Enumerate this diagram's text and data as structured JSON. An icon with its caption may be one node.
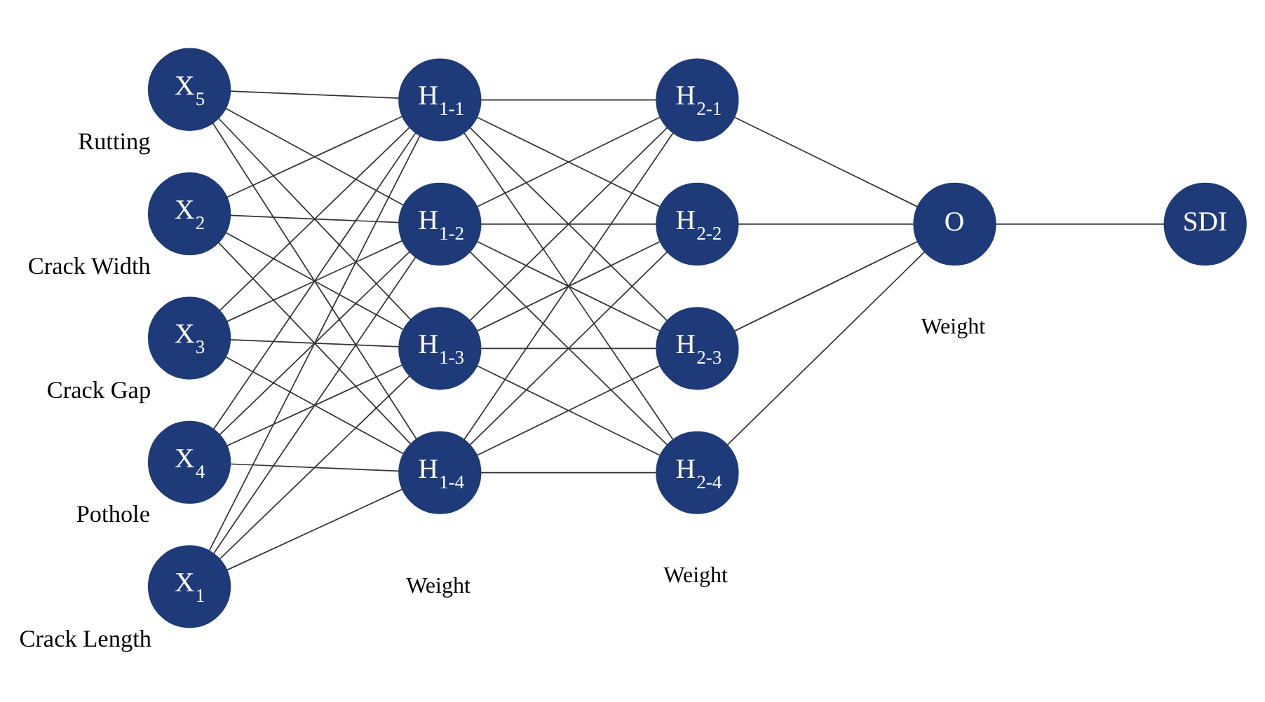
{
  "diagram": {
    "nodes": [
      {
        "text": [
          "X$_{1}$"
        ],
        "beside": [
          "Crack Length"
        ]
      },
      {
        "text": [
          "X$_{2}$"
        ],
        "beside": [
          "Crack Width"
        ]
      },
      {
        "text": [
          "X$_{3}$"
        ],
        "beside": [
          "Crack Gap"
        ]
      },
      {
        "text": [
          "X$_{4}$"
        ],
        "beside": [
          "Pothole"
        ]
      },
      {
        "text": [
          "X$_{5}$"
        ],
        "beside": [
          "Rutting"
        ]
      },
      {
        "text": [
          "H$_{1-1}$"
        ]
      },
      {
        "text": [
          "H$_{1-2}$"
        ]
      },
      {
        "text": [
          "H$_{1-3}$"
        ]
      },
      {
        "text": [
          "H$_{1-4}$"
        ]
      },
      {
        "text": [
          "H$_{2-1}$"
        ]
      },
      {
        "text": [
          "H$_{2-2}$"
        ]
      },
      {
        "text": [
          "H$_{2-3}$"
        ]
      },
      {
        "text": [
          "H$_{2-4}$"
        ]
      },
      {
        "text": [
          "O"
        ]
      },
      {
        "text": [
          "SDI"
        ]
      }
    ],
    "edges": [
      {
        "from": 0,
        "to": 5,
        "arrow": "none"
      },
      {
        "from": 0,
        "to": 6,
        "arrow": "none"
      },
      {
        "from": 0,
        "to": 7,
        "arrow": "none"
      },
      {
        "from": 0,
        "to": 8,
        "arrow": "none"
      },
      {
        "from": 1,
        "to": 5,
        "arrow": "none"
      },
      {
        "from": 1,
        "to": 6,
        "arrow": "none"
      },
      {
        "from": 1,
        "to": 7,
        "arrow": "none"
      },
      {
        "from": 1,
        "to": 8,
        "arrow": "none"
      },
      {
        "from": 2,
        "to": 5,
        "arrow": "none"
      },
      {
        "from": 2,
        "to": 6,
        "arrow": "none"
      },
      {
        "from": 2,
        "to": 7,
        "arrow": "none"
      },
      {
        "from": 2,
        "to": 8,
        "arrow": "none"
      },
      {
        "from": 3,
        "to": 5,
        "arrow": "none"
      },
      {
        "from": 3,
        "to": 6,
        "arrow": "none"
      },
      {
        "from": 3,
        "to": 7,
        "arrow": "none"
      },
      {
        "from": 3,
        "to": 8,
        "arrow": "none"
      },
      {
        "from": 4,
        "to": 5,
        "arrow": "none"
      },
      {
        "from": 4,
        "to": 6,
        "arrow": "none"
      },
      {
        "from": 4,
        "to": 7,
        "arrow": "none"
      },
      {
        "from": 4,
        "to": 8,
        "arrow": "none"
      },
      {
        "from": 5,
        "to": 9,
        "arrow": "none"
      },
      {
        "from": 5,
        "to": 10,
        "arrow": "none"
      },
      {
        "from": 5,
        "to": 11,
        "arrow": "none"
      },
      {
        "from": 5,
        "to": 12,
        "arrow": "none"
      },
      {
        "from": 6,
        "to": 9,
        "arrow": "none"
      },
      {
        "from": 6,
        "to": 10,
        "arrow": "none"
      },
      {
        "from": 6,
        "to": 11,
        "arrow": "none"
      },
      {
        "from": 6,
        "to": 12,
        "arrow": "none"
      },
      {
        "from": 7,
        "to": 9,
        "arrow": "none"
      },
      {
        "from": 7,
        "to": 10,
        "arrow": "none"
      },
      {
        "from": 7,
        "to": 11,
        "arrow": "none"
      },
      {
        "from": 7,
        "to": 12,
        "arrow": "none"
      },
      {
        "from": 8,
        "to": 9,
        "arrow": "none"
      },
      {
        "from": 8,
        "to": 10,
        "arrow": "none"
      },
      {
        "from": 8,
        "to": 11,
        "arrow": "none"
      },
      {
        "from": 8,
        "to": 12,
        "arrow": "none"
      },
      {
        "from": 9,
        "to": 13,
        "arrow": "none"
      },
      {
        "from": 10,
        "to": 13,
        "arrow": "none"
      },
      {
        "from": 11,
        "to": 13,
        "arrow": "none"
      },
      {
        "from": 12,
        "to": 13,
        "arrow": "none"
      },
      {
        "from": 13,
        "to": 14,
        "arrow": "none"
      }
    ],
    "labels": [
      "Weight",
      "Weight",
      "Weight"
    ]
  }
}
